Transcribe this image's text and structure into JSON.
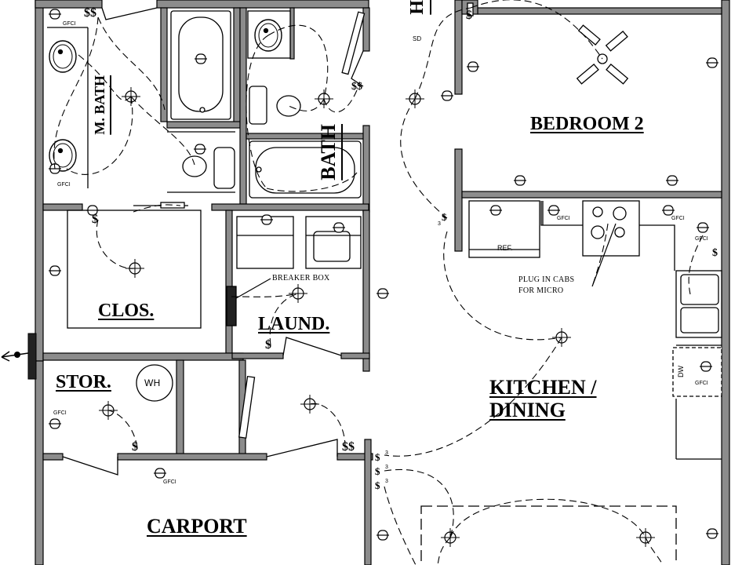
{
  "rooms": {
    "master_bath": "M. BATH",
    "bath": "BATH",
    "bedroom_2": "BEDROOM 2",
    "closet": "CLOS.",
    "laundry": "LAUND.",
    "storage": "STOR.",
    "carport": "CARPORT",
    "kitchen_line1": "KITCHEN /",
    "kitchen_line2": "DINING",
    "hall_partial": "H"
  },
  "notes": {
    "breaker_box": "BREAKER BOX",
    "plug_line1": "PLUG IN CABS",
    "plug_line2": "FOR MICRO"
  },
  "fixtures": {
    "water_heater": "WH",
    "refrigerator": "REF.",
    "dishwasher": "DW",
    "smoke_detector": "SD"
  },
  "outlets": {
    "gfci": "GFCI"
  },
  "switches": {
    "single": "$",
    "double": "$$",
    "three_way": "3"
  },
  "colors": {
    "wall_fill": "#8c8c8c",
    "line": "#000000",
    "background": "#ffffff"
  }
}
